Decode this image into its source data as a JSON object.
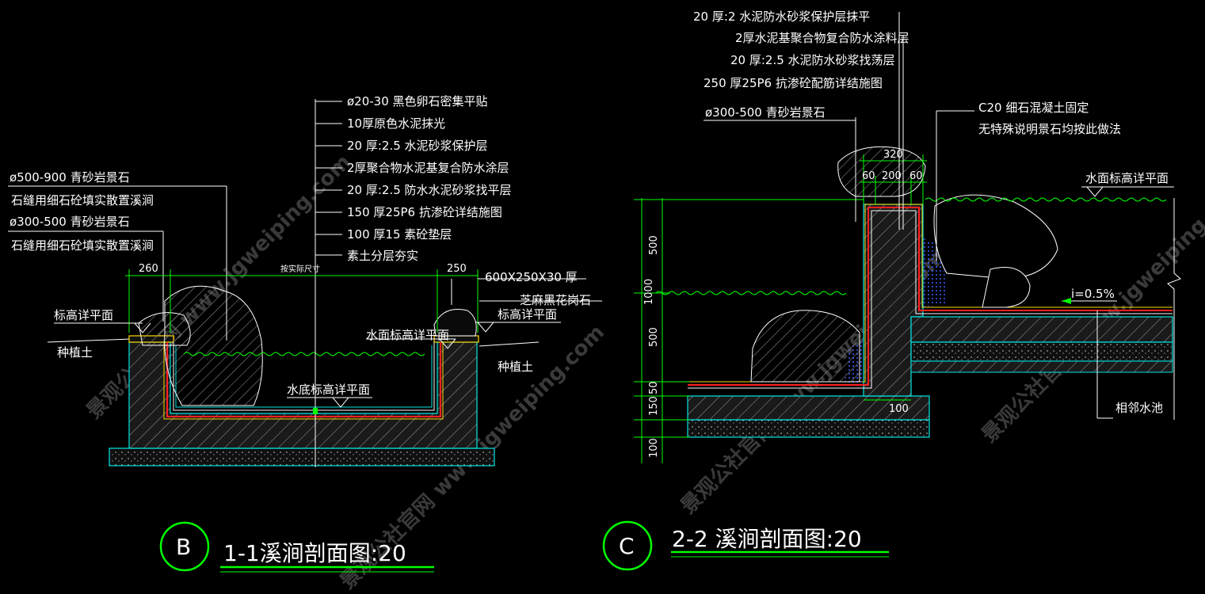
{
  "colors": {
    "background": "#000000",
    "leader_line": "#ffffff",
    "dimension_line": "#00ff00",
    "concrete_outline": "#00e5e5",
    "waterproof_red": "#ff2020",
    "water_green": "#00ff00",
    "title_circle": "#00ff00",
    "title_underline": "#00ff00"
  },
  "watermark": "景观公社官网 www.jgweiping.com",
  "section_b": {
    "circle_label": "B",
    "title": "1-1溪涧剖面图:20",
    "layers": [
      "ø20-30 黑色卵石密集平贴",
      "10厚原色水泥抹光",
      "20 厚:2.5 水泥砂浆保护层",
      "2厚聚合物水泥基复合防水涂层",
      "20 厚:2.5 防水水泥砂浆找平层",
      "150 厚25P6 抗渗砼详结施图",
      "100 厚15 素砼垫层",
      "素土分层夯实"
    ],
    "stones": [
      "ø500-900  青砂岩景石",
      "石缝用细石砼填实散置溪涧",
      "ø300-500  青砂岩景石",
      "石缝用细石砼填实散置溪涧"
    ],
    "dimensions": {
      "left": "260",
      "middle": "按实际尺寸",
      "right": "250"
    },
    "paving": [
      "600X250X30  厚",
      "芝麻黑花岗石"
    ],
    "labels": {
      "left_elev": "标高详平面",
      "right_elev": "标高详平面",
      "water_surface": "水面标高详平面",
      "bottom_elev": "水底标高详平面",
      "left_soil": "种植土",
      "right_soil": "种植土"
    }
  },
  "section_c": {
    "circle_label": "C",
    "title": "2-2 溪涧剖面图:20",
    "layers": [
      "20 厚:2 水泥防水砂浆保护层抹平",
      "2厚水泥基聚合物复合防水涂料层",
      "20 厚:2.5 水泥防水砂浆找荡层",
      "250 厚25P6  抗渗砼配筋详结施图"
    ],
    "stone": "ø300-500  青砂岩景石",
    "notes": [
      "C20 细石混凝土固定",
      "无特殊说明景石均按此做法"
    ],
    "top_dims": {
      "total": "320",
      "a": "60",
      "b": "200",
      "c": "60"
    },
    "vertical_dims": [
      "500",
      "1000",
      "500",
      "50",
      "150",
      "100"
    ],
    "bottom_dim": "100",
    "slope": "i=0.5%",
    "labels": {
      "water_surface": "水面标高详平面",
      "adjacent_pool": "相邻水池"
    }
  }
}
